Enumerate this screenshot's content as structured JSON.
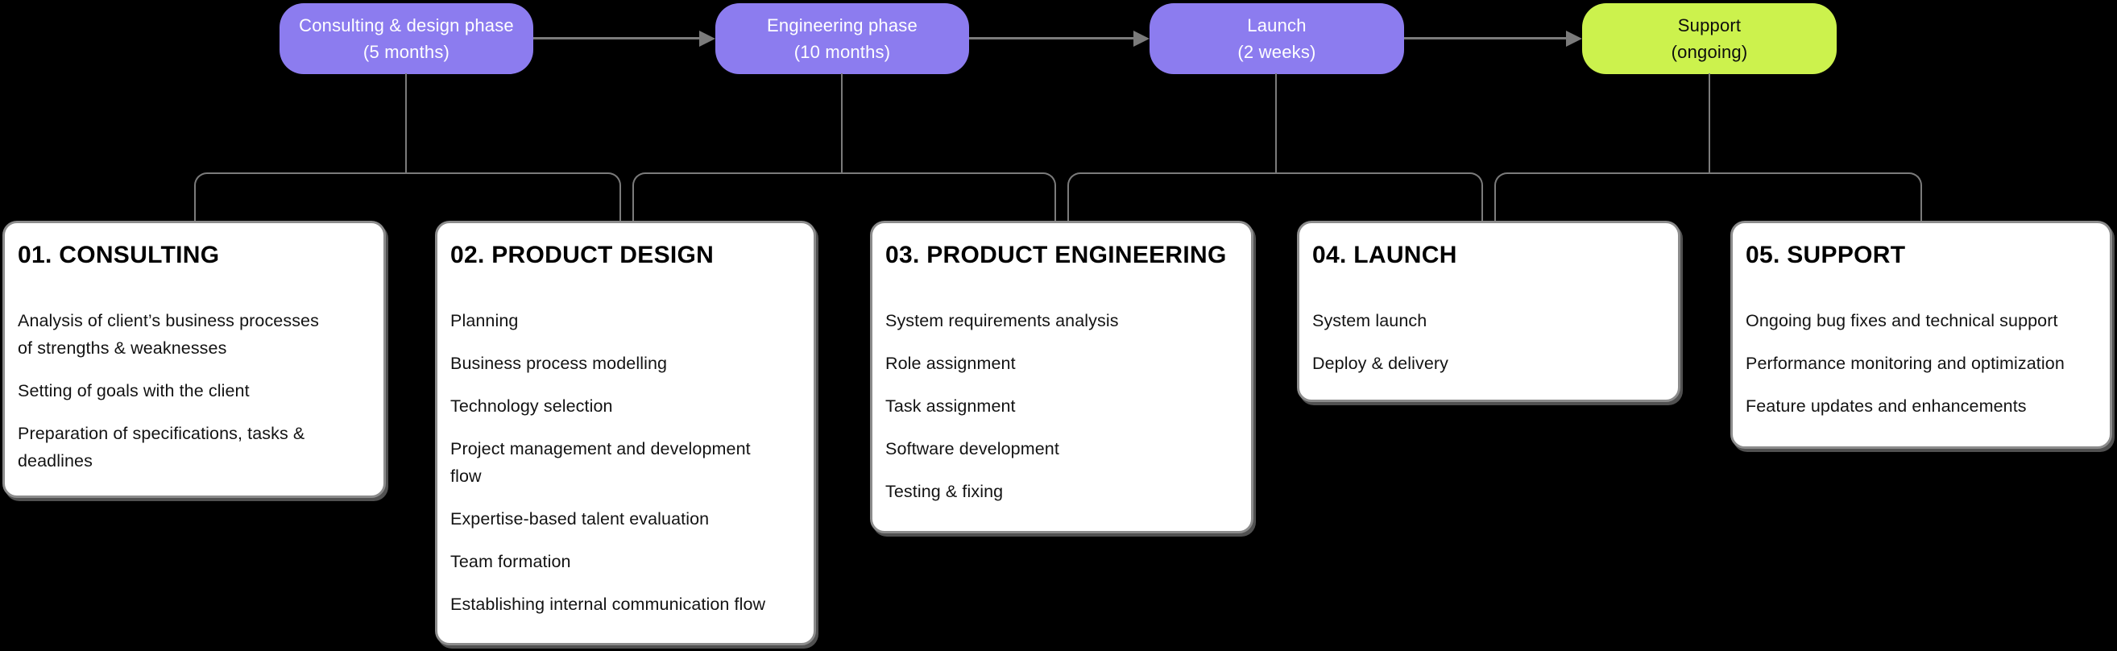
{
  "colors": {
    "background": "#000000",
    "pill_purple": "#8C7CEF",
    "pill_green": "#CCF24D",
    "pill_text_on_purple": "#FFFFFF",
    "pill_text_on_green": "#0D0D0D",
    "connector_gray": "#7B7B7B",
    "card_background": "#FFFFFF",
    "card_border": "#8C8C8C",
    "card_text": "#131313"
  },
  "pills": [
    {
      "label": "Consulting & design phase",
      "duration": "(5 months)"
    },
    {
      "label": "Engineering phase",
      "duration": "(10 months)"
    },
    {
      "label": "Launch",
      "duration": "(2 weeks)"
    },
    {
      "label": "Support",
      "duration": "(ongoing)"
    }
  ],
  "cards": [
    {
      "title": "01. CONSULTING",
      "items": [
        "Analysis of client’s business processes of strengths & weaknesses",
        "Setting of goals with the client",
        "Preparation of specifications, tasks & deadlines"
      ]
    },
    {
      "title": "02. PRODUCT DESIGN",
      "items": [
        "Planning",
        "Business process modelling",
        "Technology selection",
        "Project management and development flow",
        "Expertise-based talent evaluation",
        "Team formation",
        "Establishing internal communication flow"
      ]
    },
    {
      "title": "03. PRODUCT ENGINEERING",
      "items": [
        "System requirements analysis",
        "Role assignment",
        "Task assignment",
        "Software development",
        "Testing & fixing"
      ]
    },
    {
      "title": "04. LAUNCH",
      "items": [
        "System launch",
        "Deploy & delivery"
      ]
    },
    {
      "title": "05. SUPPORT",
      "items": [
        "Ongoing bug fixes and technical support",
        "Performance monitoring and optimization",
        "Feature updates and enhancements"
      ]
    }
  ]
}
